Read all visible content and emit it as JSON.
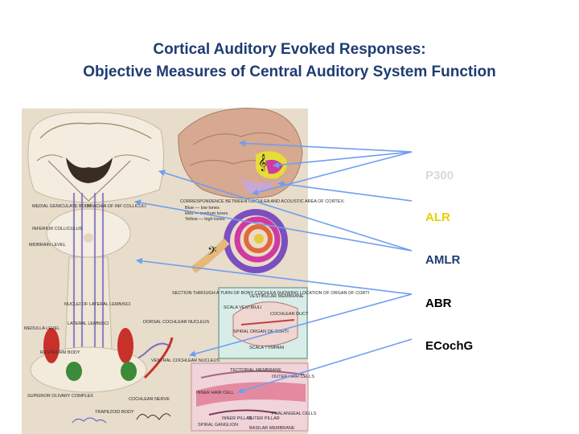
{
  "title": {
    "line1": "Cortical Auditory Evoked Responses:",
    "line2": "Objective Measures of Central Auditory System Function"
  },
  "labels": [
    {
      "text": "P300",
      "color": "#d9d9d9"
    },
    {
      "text": "ALR",
      "color": "#e8d000"
    },
    {
      "text": "AMLR",
      "color": "#1f3c72"
    },
    {
      "text": "ABR",
      "color": "#000000"
    },
    {
      "text": "ECochG",
      "color": "#000000"
    }
  ],
  "illustration": {
    "medial_geniculate": "MEDIAL GENICULATE BODY",
    "brachia": "BRACHIA OF INF COLLICULI",
    "inferior_colliculus": "INFERIOR COLLICULUS",
    "midbrain": "MIDBRAIN LEVEL",
    "correspondence": "CORRESPONDENCE BETWEEN COCHLEA AND ACOUSTIC AREA OF CORTEX:",
    "blue": "Blue — low tones",
    "red": "Red — medium tones",
    "yellow": "Yellow — high tones",
    "section": "SECTION THROUGH A TURN OF BONY COCHLEA SHOWING LOCATION OF ORGAN OF CORTI",
    "nuclei": "NUCLEI OF LATERAL LEMNISCI",
    "lateral_lemnisci": "LATERAL LEMNISCI",
    "dorsal_nucleus": "DORSAL COCHLEAR NUCLEUS",
    "medulla": "MEDULLA LEVEL",
    "restiform": "RESTIFORM BODY",
    "ventral_nucleus": "VENTRAL COCHLEAR NUCLEUS",
    "superior_olivary": "SUPERIOR OLIVARY COMPLEX",
    "trapezoid": "TRAPEZOID BODY",
    "cochlear_nerve": "COCHLEAR NERVE",
    "vestibular_membrane": "VESTIBULAR MEMBRANE",
    "scala_vestibuli": "SCALA VESTIBULI",
    "cochlear_duct": "COCHLEAR DUCT",
    "organ_corti": "SPIRAL ORGAN OF CORTI",
    "scala_tympani": "SCALA TYMPANI",
    "tectorial": "TECTORIAL MEMBRANE",
    "outer_hair": "OUTER HAIR CELLS",
    "inner_hair": "INNER HAIR CELL",
    "inner_pillar": "INNER PILLAR",
    "outer_pillar": "OUTER PILLAR",
    "phalangeal": "PHALANGEAL CELLS",
    "spiral_ganglion": "SPIRAL GANGLION",
    "basilar": "BASILAR MEMBRANE"
  },
  "colors": {
    "title": "#1f3c72",
    "arrow": "#6f9ef0",
    "panel": "#e8dccb"
  }
}
